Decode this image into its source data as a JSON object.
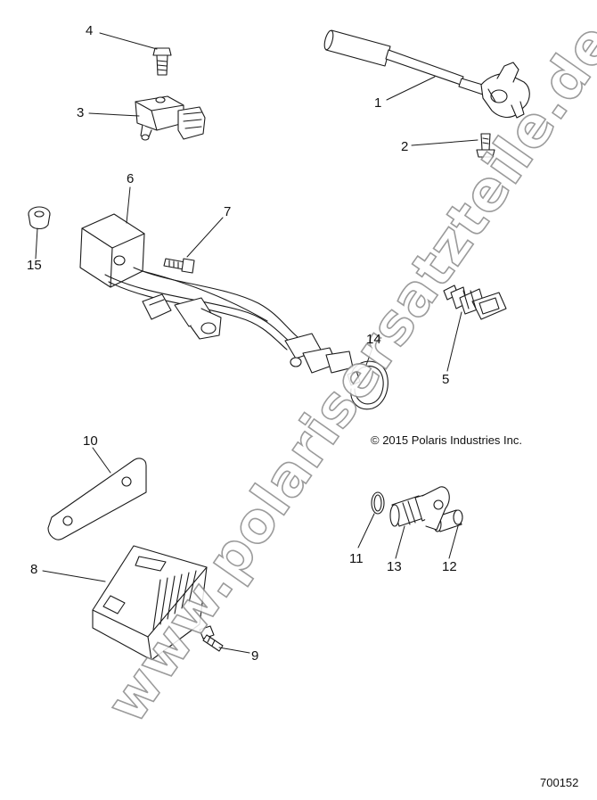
{
  "diagram": {
    "callouts": [
      {
        "id": "1",
        "label": "1"
      },
      {
        "id": "2",
        "label": "2"
      },
      {
        "id": "3",
        "label": "3"
      },
      {
        "id": "4",
        "label": "4"
      },
      {
        "id": "5",
        "label": "5"
      },
      {
        "id": "6",
        "label": "6"
      },
      {
        "id": "7",
        "label": "7"
      },
      {
        "id": "8",
        "label": "8"
      },
      {
        "id": "9",
        "label": "9"
      },
      {
        "id": "10",
        "label": "10"
      },
      {
        "id": "11",
        "label": "11"
      },
      {
        "id": "12",
        "label": "12"
      },
      {
        "id": "13",
        "label": "13"
      },
      {
        "id": "14",
        "label": "14"
      },
      {
        "id": "15",
        "label": "15"
      }
    ],
    "copyright": "© 2015 Polaris Industries Inc.",
    "document_number": "700152",
    "watermark": "www.polarisersatzteile.de",
    "line_color": "#1a1a1a",
    "fill_color": "#ffffff"
  }
}
